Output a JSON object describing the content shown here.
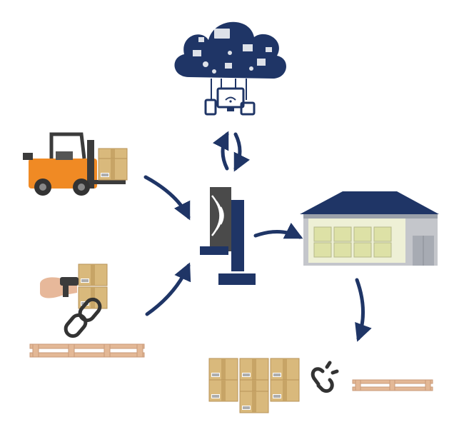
{
  "diagram": {
    "nodes": [
      {
        "id": "cloud",
        "icon": "cloud-network-icon",
        "label": ""
      },
      {
        "id": "forklift",
        "icon": "forklift-icon",
        "label": ""
      },
      {
        "id": "rfid-reader",
        "icon": "rfid-gate-icon",
        "label": ""
      },
      {
        "id": "warehouse",
        "icon": "warehouse-icon",
        "label": ""
      },
      {
        "id": "scanner",
        "icon": "barcode-scanner-icon",
        "label": ""
      },
      {
        "id": "unlinked-pallet",
        "icon": "broken-chain-icon",
        "label": ""
      }
    ],
    "edges": [
      {
        "from": "forklift",
        "to": "rfid-reader"
      },
      {
        "from": "scanner",
        "to": "rfid-reader"
      },
      {
        "from": "rfid-reader",
        "to": "warehouse"
      },
      {
        "from": "rfid-reader",
        "to": "cloud"
      },
      {
        "from": "cloud",
        "to": "rfid-reader"
      },
      {
        "from": "warehouse",
        "to": "unlinked-pallet"
      }
    ],
    "colors": {
      "navy": "#1f3566",
      "forklift_orange": "#f08a24",
      "box_tan": "#d9b97c",
      "pallet_tan": "#e3b896",
      "warehouse_gray": "#c4c6cb"
    }
  }
}
